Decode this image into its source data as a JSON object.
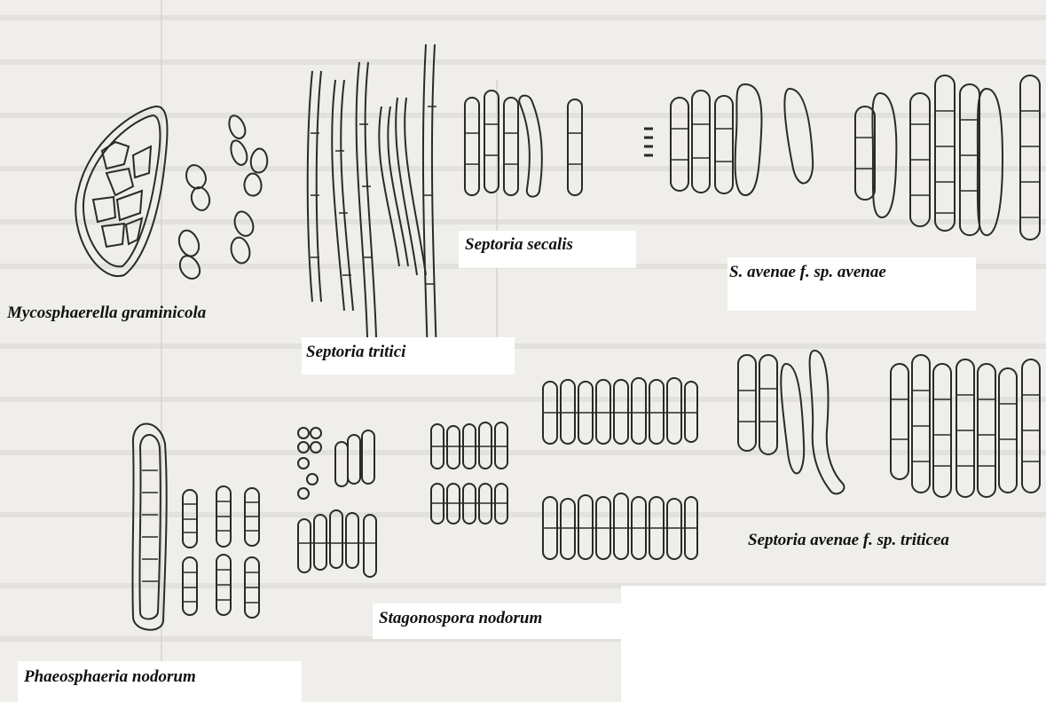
{
  "figure": {
    "labels": {
      "mycosphaerella": "Mycosphaerella graminicola",
      "septoria_tritici": "Septoria tritici",
      "septoria_secalis": "Septoria secalis",
      "avenae_avenae": "S. avenae f. sp. avenae",
      "phaeosphaeria": "Phaeosphaeria nodorum",
      "stagonospora": "Stagonospora nodorum",
      "avenae_triticea": "Septoria avenae f. sp. triticea"
    }
  },
  "colors": {
    "paper": "#efeeea",
    "ink": "#2a2a2a",
    "label_box": "#ffffff"
  }
}
